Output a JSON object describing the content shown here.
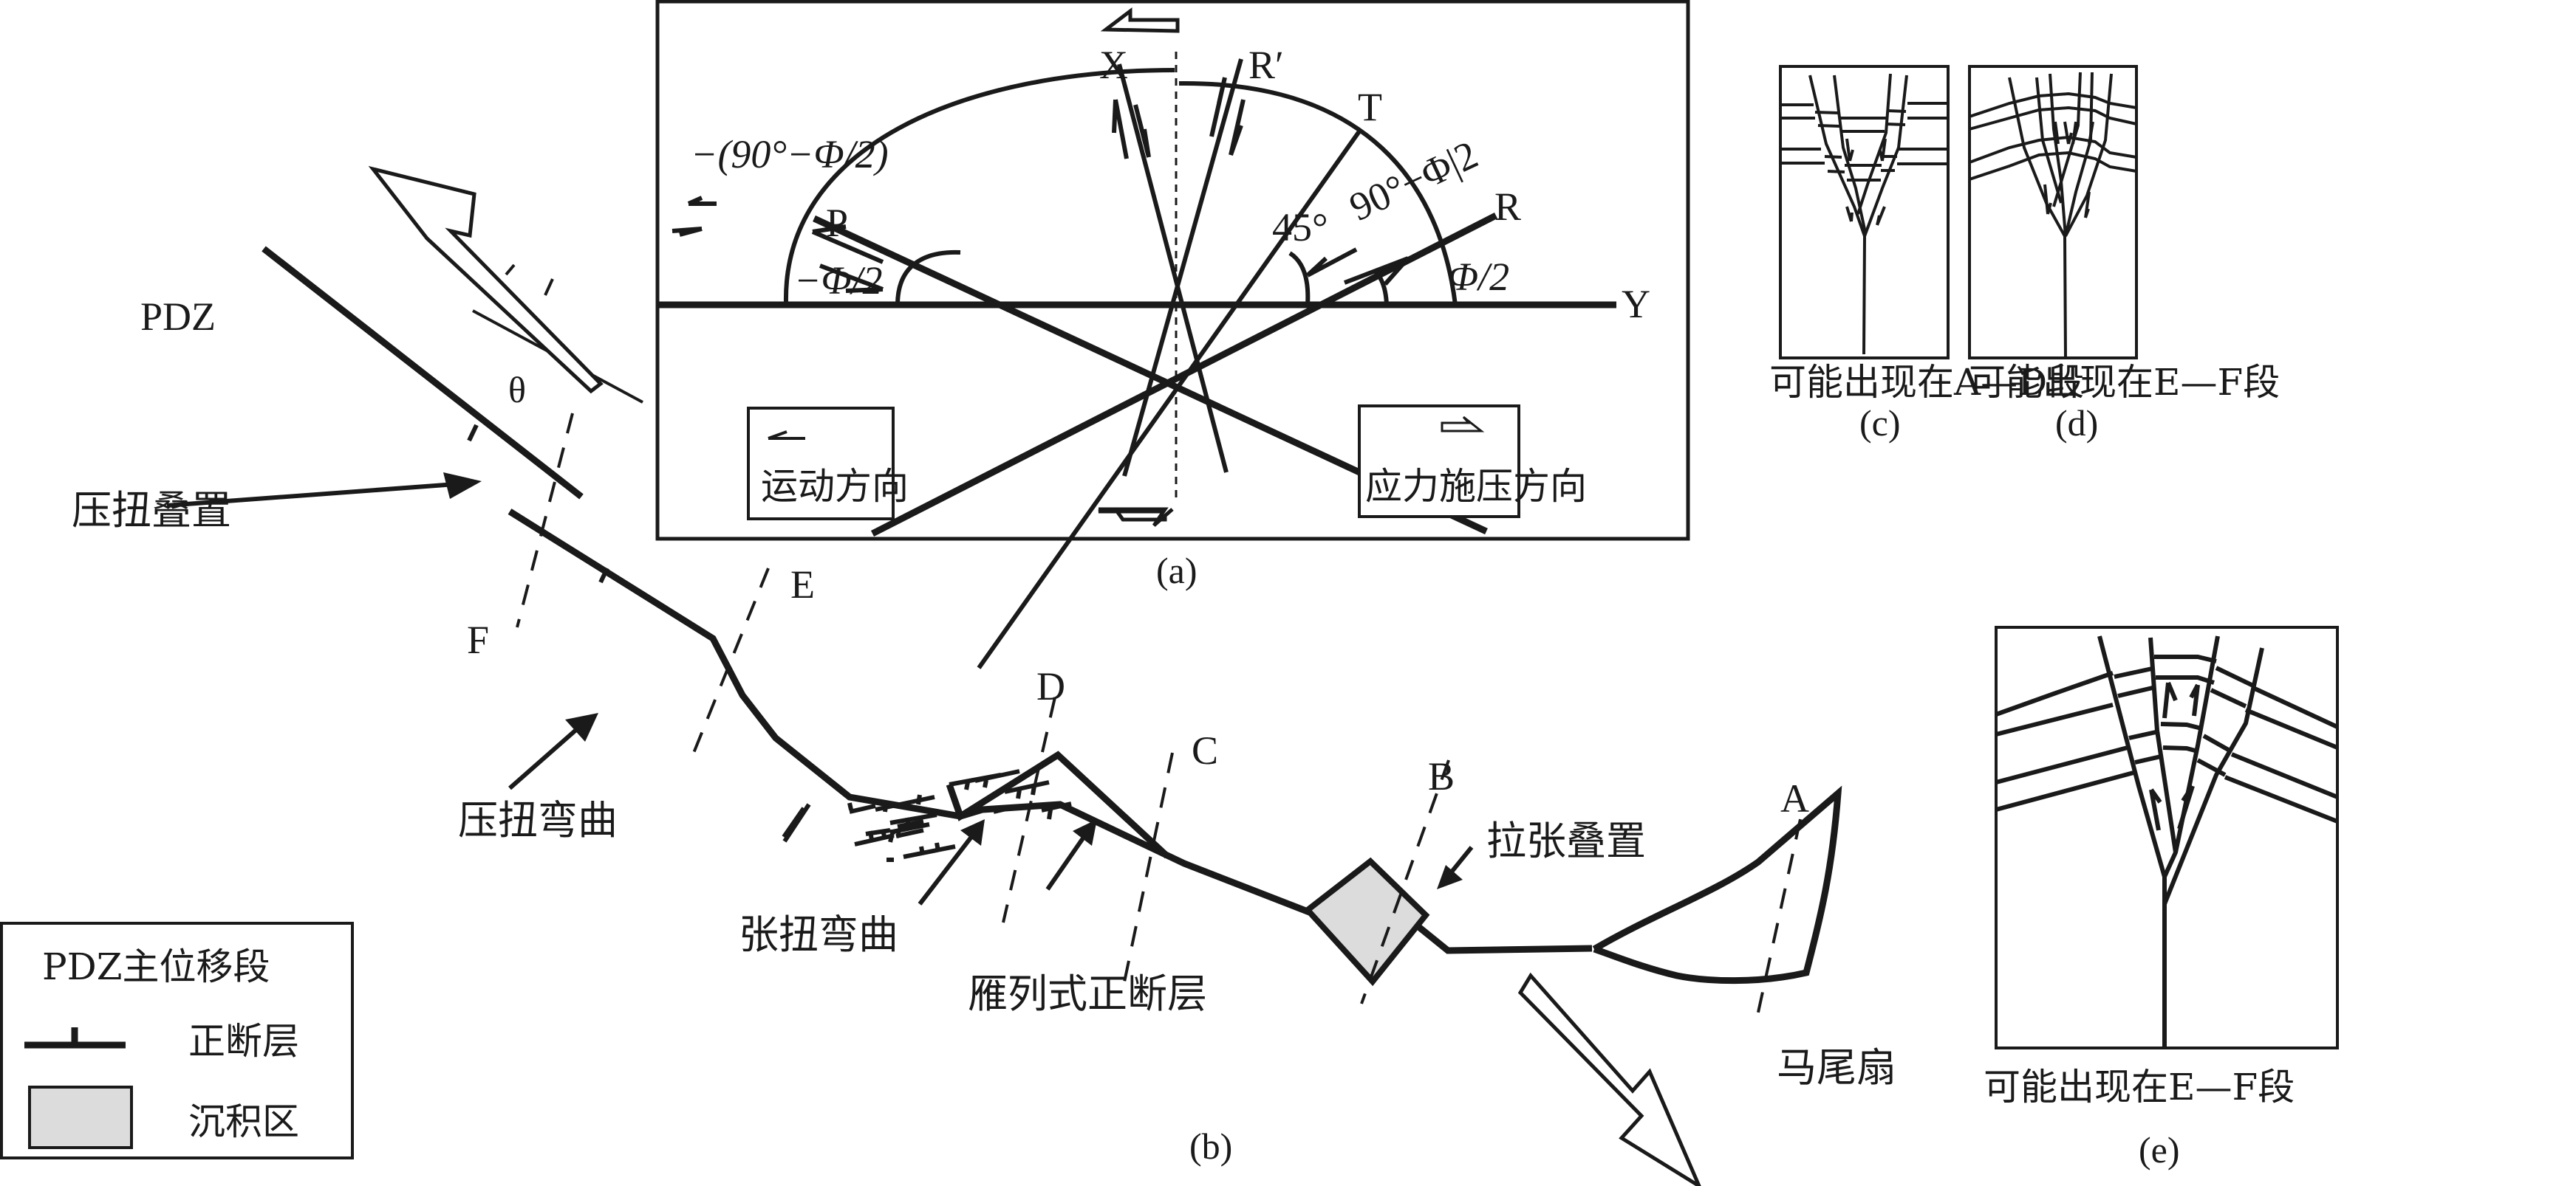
{
  "panel_a": {
    "caption": "(a)",
    "labels": {
      "X": "X",
      "R_prime": "R′",
      "T": "T",
      "P": "P",
      "R": "R",
      "Y": "Y",
      "neg_90_phi": "−(90°−Φ/2)",
      "pos_90_phi": "90°−Φ|2",
      "angle_45": "45°",
      "neg_phi2": "−Φ/2",
      "pos_phi2": "Φ/2"
    },
    "legend_motion": "运动方向",
    "legend_stress": "应力施压方向"
  },
  "panel_b": {
    "caption": "(b)",
    "pdz": "PDZ",
    "theta": "θ",
    "section_labels": [
      "A",
      "B",
      "C",
      "D",
      "E",
      "F"
    ],
    "annotations": {
      "transpressional_overstep": "压扭叠置",
      "transpressional_bend": "压扭弯曲",
      "transtensional_bend": "张扭弯曲",
      "en_echelon_normal_faults": "雁列式正断层",
      "extensional_overstep": "拉张叠置",
      "horsetail_splay": "马尾扇"
    },
    "legend": {
      "title": "PDZ主位移段",
      "normal_fault": "正断层",
      "depocenter": "沉积区",
      "depocenter_color": "#dcdcdc"
    }
  },
  "panel_c": {
    "caption_text": "可能出现在A—D段",
    "caption": "(c)"
  },
  "panel_d": {
    "caption_text": "可能出现在E—F段",
    "caption": "(d)"
  },
  "panel_e": {
    "caption_text": "可能出现在E—F段",
    "caption": "(e)"
  }
}
